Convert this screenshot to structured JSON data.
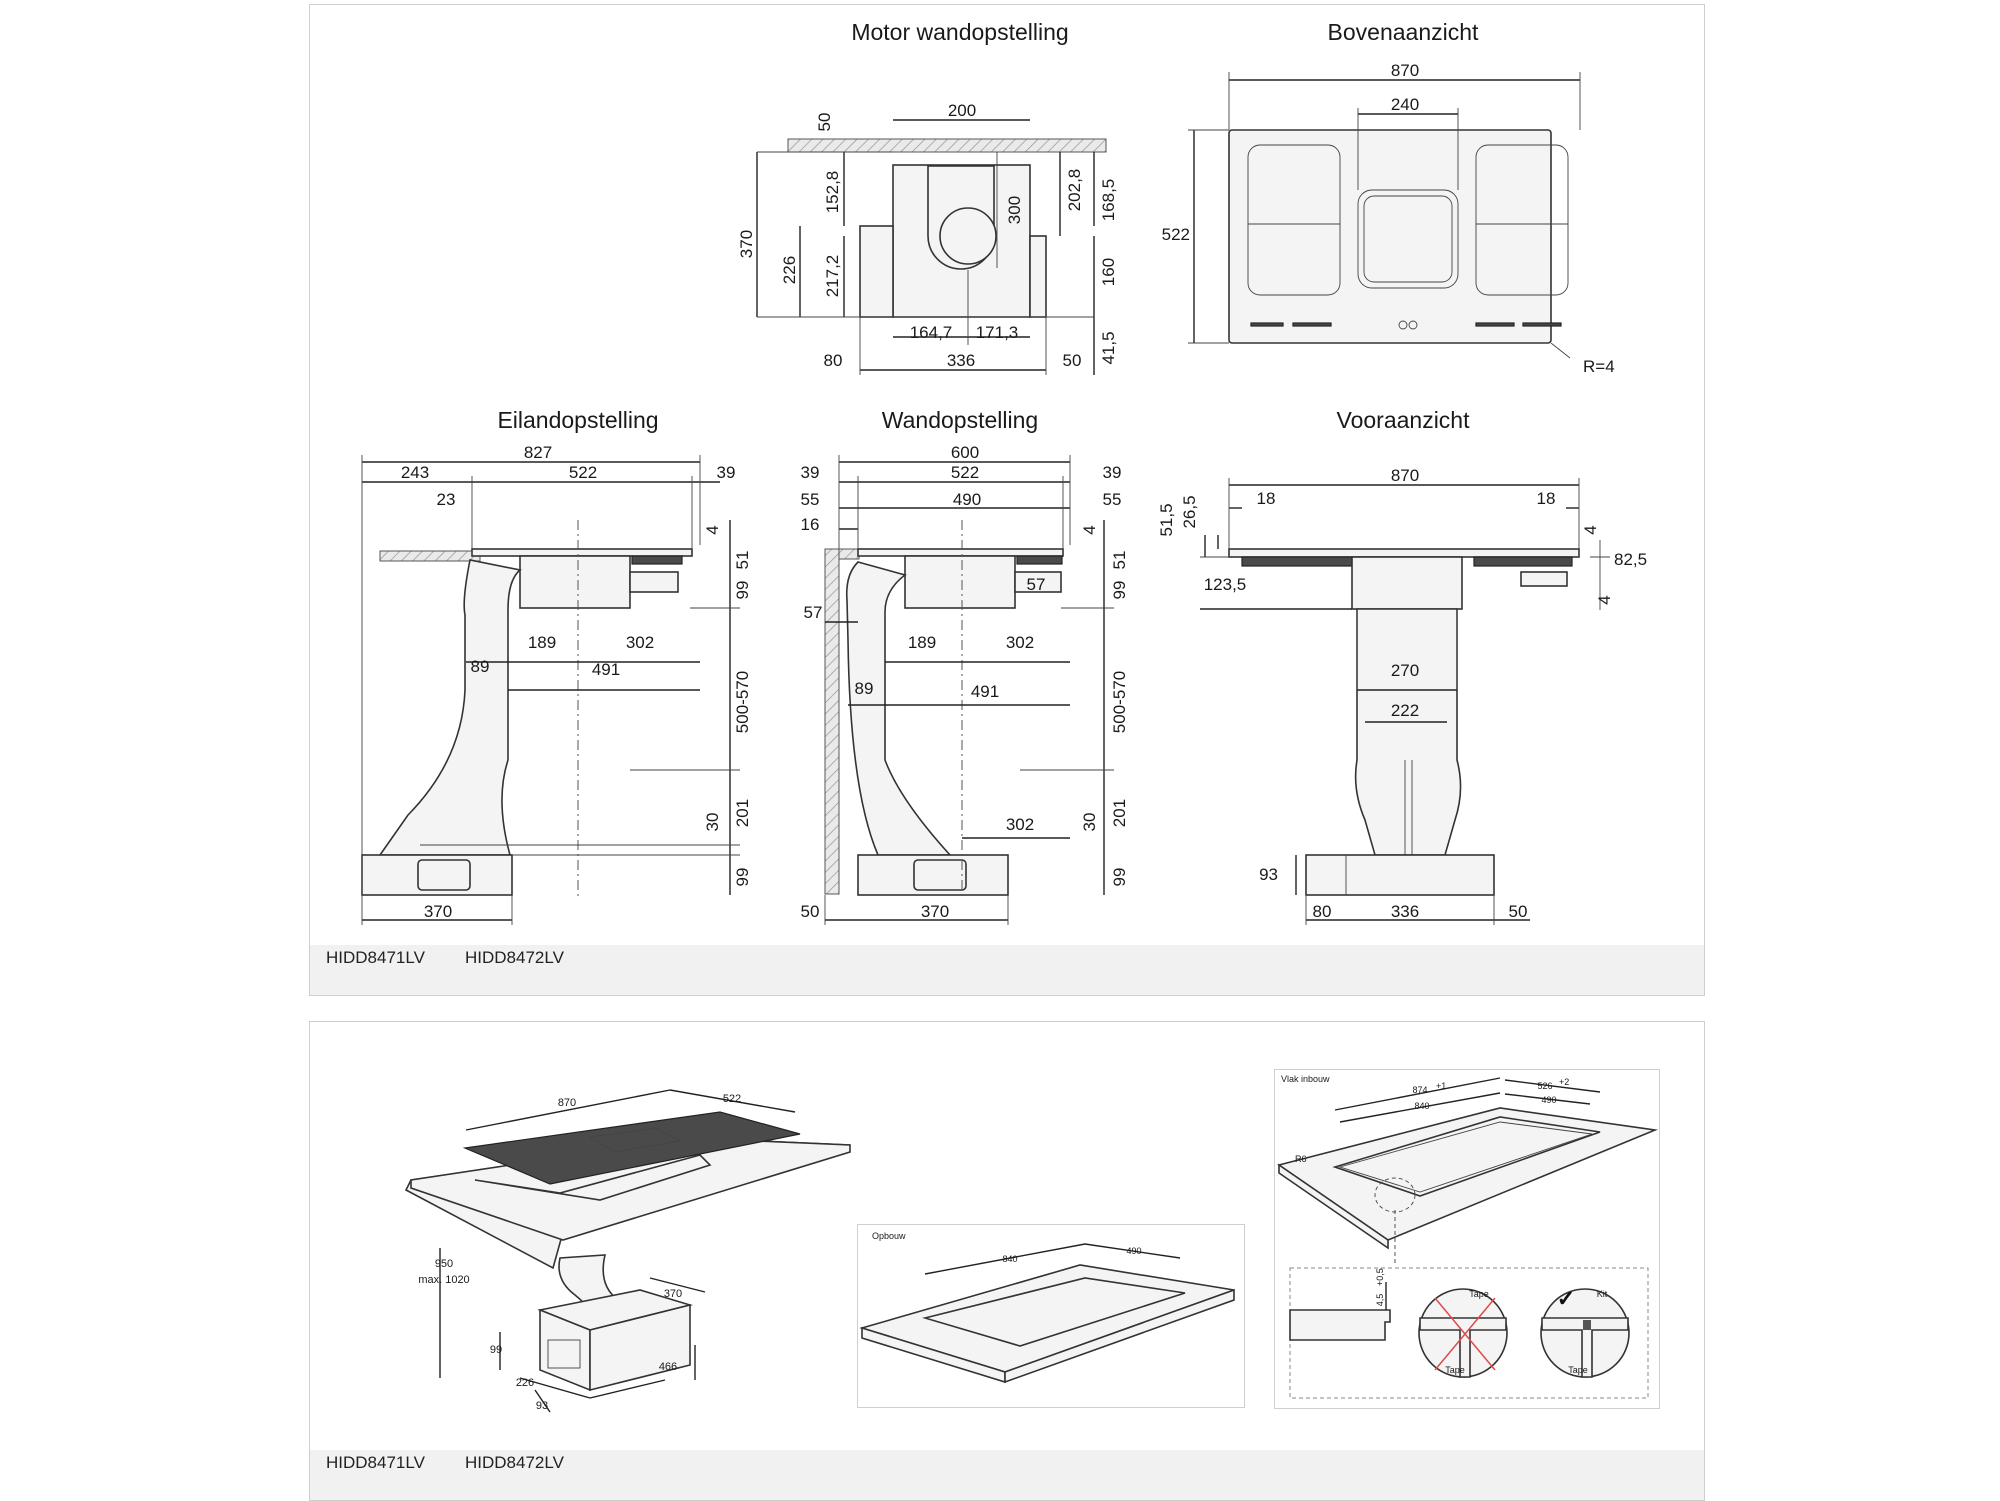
{
  "top_panel": {
    "views": {
      "motor": {
        "title": "Motor wandopstelling",
        "dims": [
          "50",
          "200",
          "152,8",
          "300",
          "202,8",
          "168,5",
          "370",
          "226",
          "217,2",
          "160",
          "164,7",
          "171,3",
          "41,5",
          "80",
          "336",
          "50"
        ]
      },
      "top": {
        "title": "Bovenaanzicht",
        "dims": [
          "870",
          "240",
          "522",
          "R=4"
        ]
      },
      "island": {
        "title": "Eilandopstelling",
        "dims": [
          "827",
          "243",
          "522",
          "39",
          "23",
          "4",
          "51",
          "99",
          "189",
          "302",
          "89",
          "491",
          "500-570",
          "30",
          "201",
          "99",
          "370"
        ]
      },
      "wall": {
        "title": "Wandopstelling",
        "dims": [
          "600",
          "39",
          "522",
          "39",
          "55",
          "490",
          "55",
          "16",
          "4",
          "51",
          "99",
          "57",
          "57",
          "189",
          "302",
          "89",
          "491",
          "500-570",
          "302",
          "30",
          "201",
          "99",
          "50",
          "370"
        ]
      },
      "front": {
        "title": "Vooraanzicht",
        "dims": [
          "870",
          "51,5",
          "26,5",
          "18",
          "18",
          "4",
          "82,5",
          "123,5",
          "4",
          "270",
          "222",
          "93",
          "80",
          "336",
          "50"
        ]
      }
    },
    "models": [
      "HIDD8471LV",
      "HIDD8472LV"
    ]
  },
  "bottom_panel": {
    "iso": {
      "dims": [
        "870",
        "522",
        "950",
        "max. 1020",
        "370",
        "99",
        "466",
        "226",
        "93"
      ]
    },
    "opbouw": {
      "title": "Opbouw",
      "dims": [
        "840",
        "490"
      ]
    },
    "vlak": {
      "title": "Vlak inbouw",
      "dims": [
        "874",
        "+1",
        "526",
        "+2",
        "840",
        "490",
        "R6",
        "4,5",
        "+0,5"
      ],
      "callouts": [
        "Tape",
        "Tape",
        "Kit",
        "Tape"
      ],
      "check": "✓"
    },
    "models": [
      "HIDD8471LV",
      "HIDD8472LV"
    ]
  }
}
